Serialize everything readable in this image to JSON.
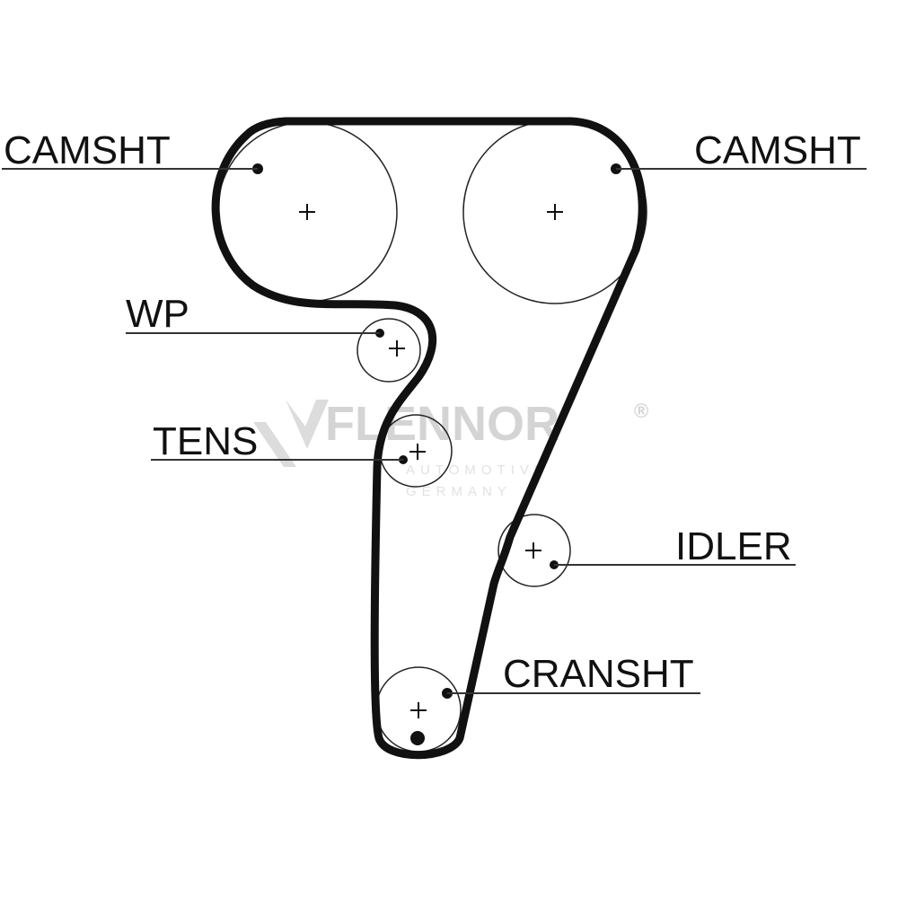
{
  "labels": {
    "camshaft_left": "CAMSHT",
    "camshaft_right": "CAMSHT",
    "water_pump": "WP",
    "tensioner": "TENS",
    "idler": "IDLER",
    "crankshaft": "CRANSHT"
  },
  "watermark": {
    "brand": "FLENNOR",
    "registered": "®",
    "line1": "AUTOMOTIVE",
    "line2": "GERMANY"
  },
  "colors": {
    "belt": "#111111",
    "pulley_outline": "#222222",
    "leader_line": "#333333",
    "watermark": "#d4d4d4"
  },
  "icons": {
    "center_mark": "plus-sign",
    "timing_mark": "filled-dot"
  }
}
